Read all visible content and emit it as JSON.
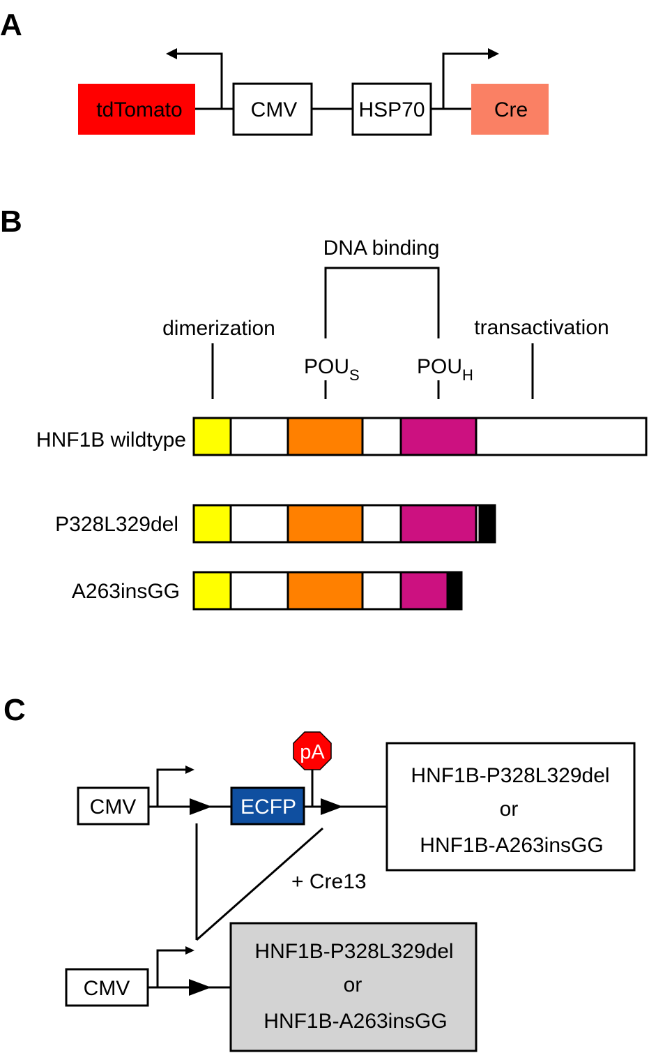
{
  "panel_a": {
    "letter": "A",
    "elements": {
      "tdtomato": "tdTomato",
      "cmv": "CMV",
      "hsp70": "HSP70",
      "cre": "Cre"
    },
    "colors": {
      "tdtomato": "#ff0000",
      "cre": "#fa8064"
    }
  },
  "panel_b": {
    "letter": "B",
    "annotations": {
      "dna_binding": "DNA binding",
      "dimerization": "dimerization",
      "transactivation": "transactivation",
      "pous_main": "POU",
      "pous_sub": "S",
      "pouh_main": "POU",
      "pouh_sub": "H"
    },
    "constructs": {
      "wildtype": "HNF1B wildtype",
      "p328": "P328L329del",
      "a263": "A263insGG"
    },
    "colors": {
      "dimerization_domain": "#ffff00",
      "pous_domain": "#ff8000",
      "pouh_domain": "#cc1180",
      "truncation_tail": "#000000"
    }
  },
  "panel_c": {
    "letter": "C",
    "top": {
      "cmv": "CMV",
      "ecfp": "ECFP",
      "pa": "pA",
      "box_line1": "HNF1B-P328L329del",
      "box_line2": "or",
      "box_line3": "HNF1B-A263insGG"
    },
    "recombinase": "+ Cre13",
    "bottom": {
      "cmv": "CMV",
      "box_line1": "HNF1B-P328L329del",
      "box_line2": "or",
      "box_line3": "HNF1B-A263insGG"
    },
    "colors": {
      "ecfp": "#0f4fa0",
      "pa_stop": "#ff0000",
      "bottom_box": "#d3d3d3"
    }
  }
}
